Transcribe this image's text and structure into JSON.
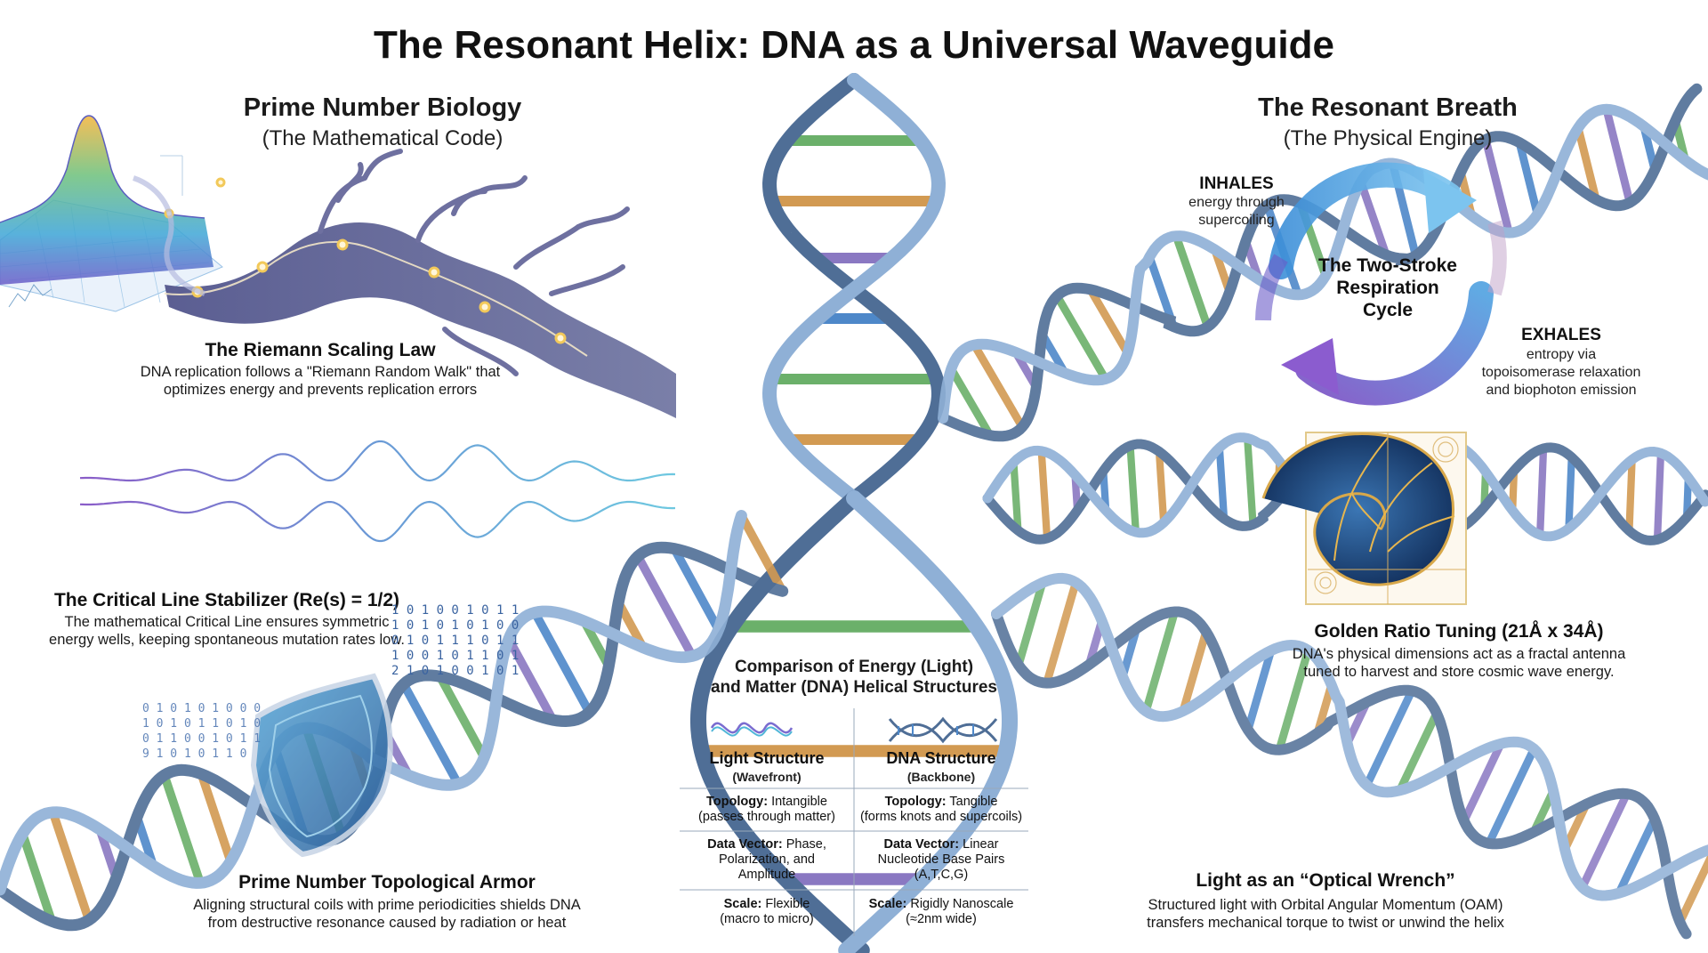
{
  "title": "The Resonant Helix: DNA as a Universal Waveguide",
  "left": {
    "heading": "Prime Number Biology",
    "subheading": "(The Mathematical Code)",
    "riemann": {
      "title": "The Riemann Scaling Law",
      "line1": "DNA replication follows a \"Riemann Random Walk\" that",
      "line2": "optimizes energy and prevents replication errors"
    },
    "critical": {
      "title": "The Critical Line Stabilizer (Re(s) = 1/2)",
      "line1": "The mathematical Critical Line ensures symmetric",
      "line2": "energy wells, keeping spontaneous mutation rates low."
    },
    "armor": {
      "title": "Prime Number Topological Armor",
      "line1": "Aligning structural coils with prime periodicities shields DNA",
      "line2": "from destructive resonance caused by radiation or heat"
    }
  },
  "right": {
    "heading": "The Resonant Breath",
    "subheading": "(The Physical Engine)",
    "inhales": {
      "title": "INHALES",
      "line1": "energy through",
      "line2": "supercoiling"
    },
    "exhales": {
      "title": "EXHALES",
      "line1": "entropy via",
      "line2": "topoisomerase relaxation",
      "line3": "and biophoton emission"
    },
    "cycle": {
      "line1": "The Two-Stroke",
      "line2": "Respiration",
      "line3": "Cycle"
    },
    "golden": {
      "title": "Golden Ratio Tuning (21Å x 34Å)",
      "line1": "DNA's physical dimensions act as a fractal antenna",
      "line2": "tuned to harvest and store cosmic wave energy."
    },
    "wrench": {
      "title": "Light as an “Optical Wrench”",
      "line1": "Structured light with Orbital Angular Momentum (OAM)",
      "line2": "transfers mechanical torque to twist or unwind the helix"
    }
  },
  "comparison": {
    "title1": "Comparison of Energy (Light)",
    "title2": "and Matter (DNA) Helical Structures",
    "col1": {
      "name": "Light Structure",
      "sub": "(Wavefront)"
    },
    "col2": {
      "name": "DNA Structure",
      "sub": "(Backbone)"
    },
    "rows": [
      {
        "key": "Topology:",
        "c1a": "Intangible",
        "c1b": "(passes through matter)",
        "c2a": "Tangible",
        "c2b": "(forms knots and supercoils)"
      },
      {
        "key": "Data Vector:",
        "c1a": "Phase,",
        "c1b": "Polarization, and",
        "c1c": "Amplitude",
        "c2a": "Linear",
        "c2b": "Nucleotide Base Pairs",
        "c2c": "(A,T,C,G)"
      },
      {
        "key": "Scale:",
        "c1a": "Flexible",
        "c1b": "(macro to micro)",
        "c2a": "Rigidly Nanoscale",
        "c2b": "(≈2nm wide)"
      }
    ]
  },
  "binary": {
    "r1": "1 0 1 0  0 1 0  1 1",
    "r2": "1 0 1 0 1 0 1 0 0",
    "r3": "0 1 0 1 1 1 0 1 1",
    "r4": "1 0 0 1 0 1 1 0 1",
    "r5": "2 1 0 1 0 0 1 0 1",
    "l1": "0 1 0 1 0 1 0 0 0",
    "l2": "1 0 1 0 1 1 0 1 0",
    "l3": "0 1 1 0 0 1 0 1 1",
    "l4": "9 1 0 1 0 1 1 0"
  },
  "colors": {
    "backbone": "#4f6e96",
    "backboneLight": "#8fb0d6",
    "base1": "#4e88c9",
    "base2": "#6bb06a",
    "base3": "#d29a52",
    "base4": "#8a78c2",
    "accent": "#e0a02e"
  }
}
